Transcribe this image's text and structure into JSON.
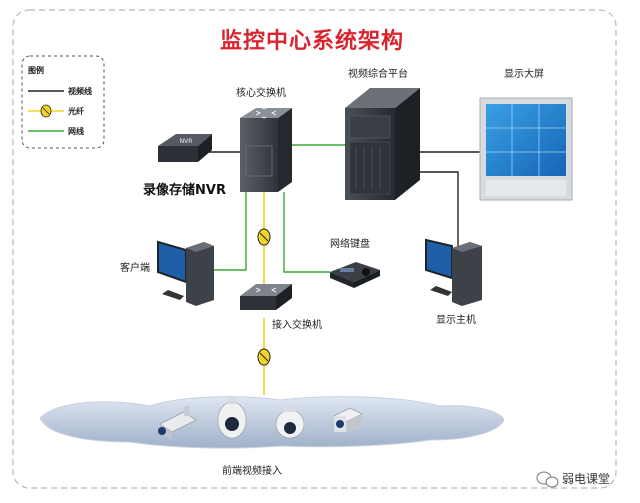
{
  "title": "监控中心系统架构",
  "legend": {
    "heading": "图例",
    "video_line": "视频线",
    "fiber": "光纤",
    "network_line": "网线"
  },
  "nodes": {
    "video_platform": "视频综合平台",
    "core_switch": "核心交换机",
    "display_wall": "显示大屏",
    "nvr": "录像存储NVR",
    "nvr_badge": "NVR",
    "client": "客户端",
    "network_keyboard": "网络键盘",
    "access_switch": "接入交换机",
    "display_host": "显示主机",
    "frontend": "前端视频接入"
  },
  "watermark": "弱电课堂",
  "colors": {
    "title": "#d9262e",
    "network_line": "#3aa935",
    "fiber": "#f2d327",
    "video_line": "#222222",
    "border": "#b8b8b8"
  }
}
